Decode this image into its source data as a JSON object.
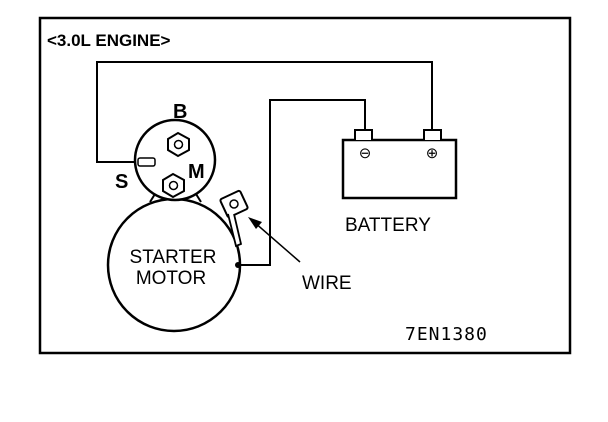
{
  "diagram": {
    "title": "<3.0L ENGINE>",
    "terminal_b": "B",
    "terminal_m": "M",
    "terminal_s": "S",
    "starter_line1": "STARTER",
    "starter_line2": "MOTOR",
    "battery": "BATTERY",
    "wire": "WIRE",
    "code": "7EN1380",
    "battery_negative": "⊖",
    "battery_positive": "⊕"
  }
}
